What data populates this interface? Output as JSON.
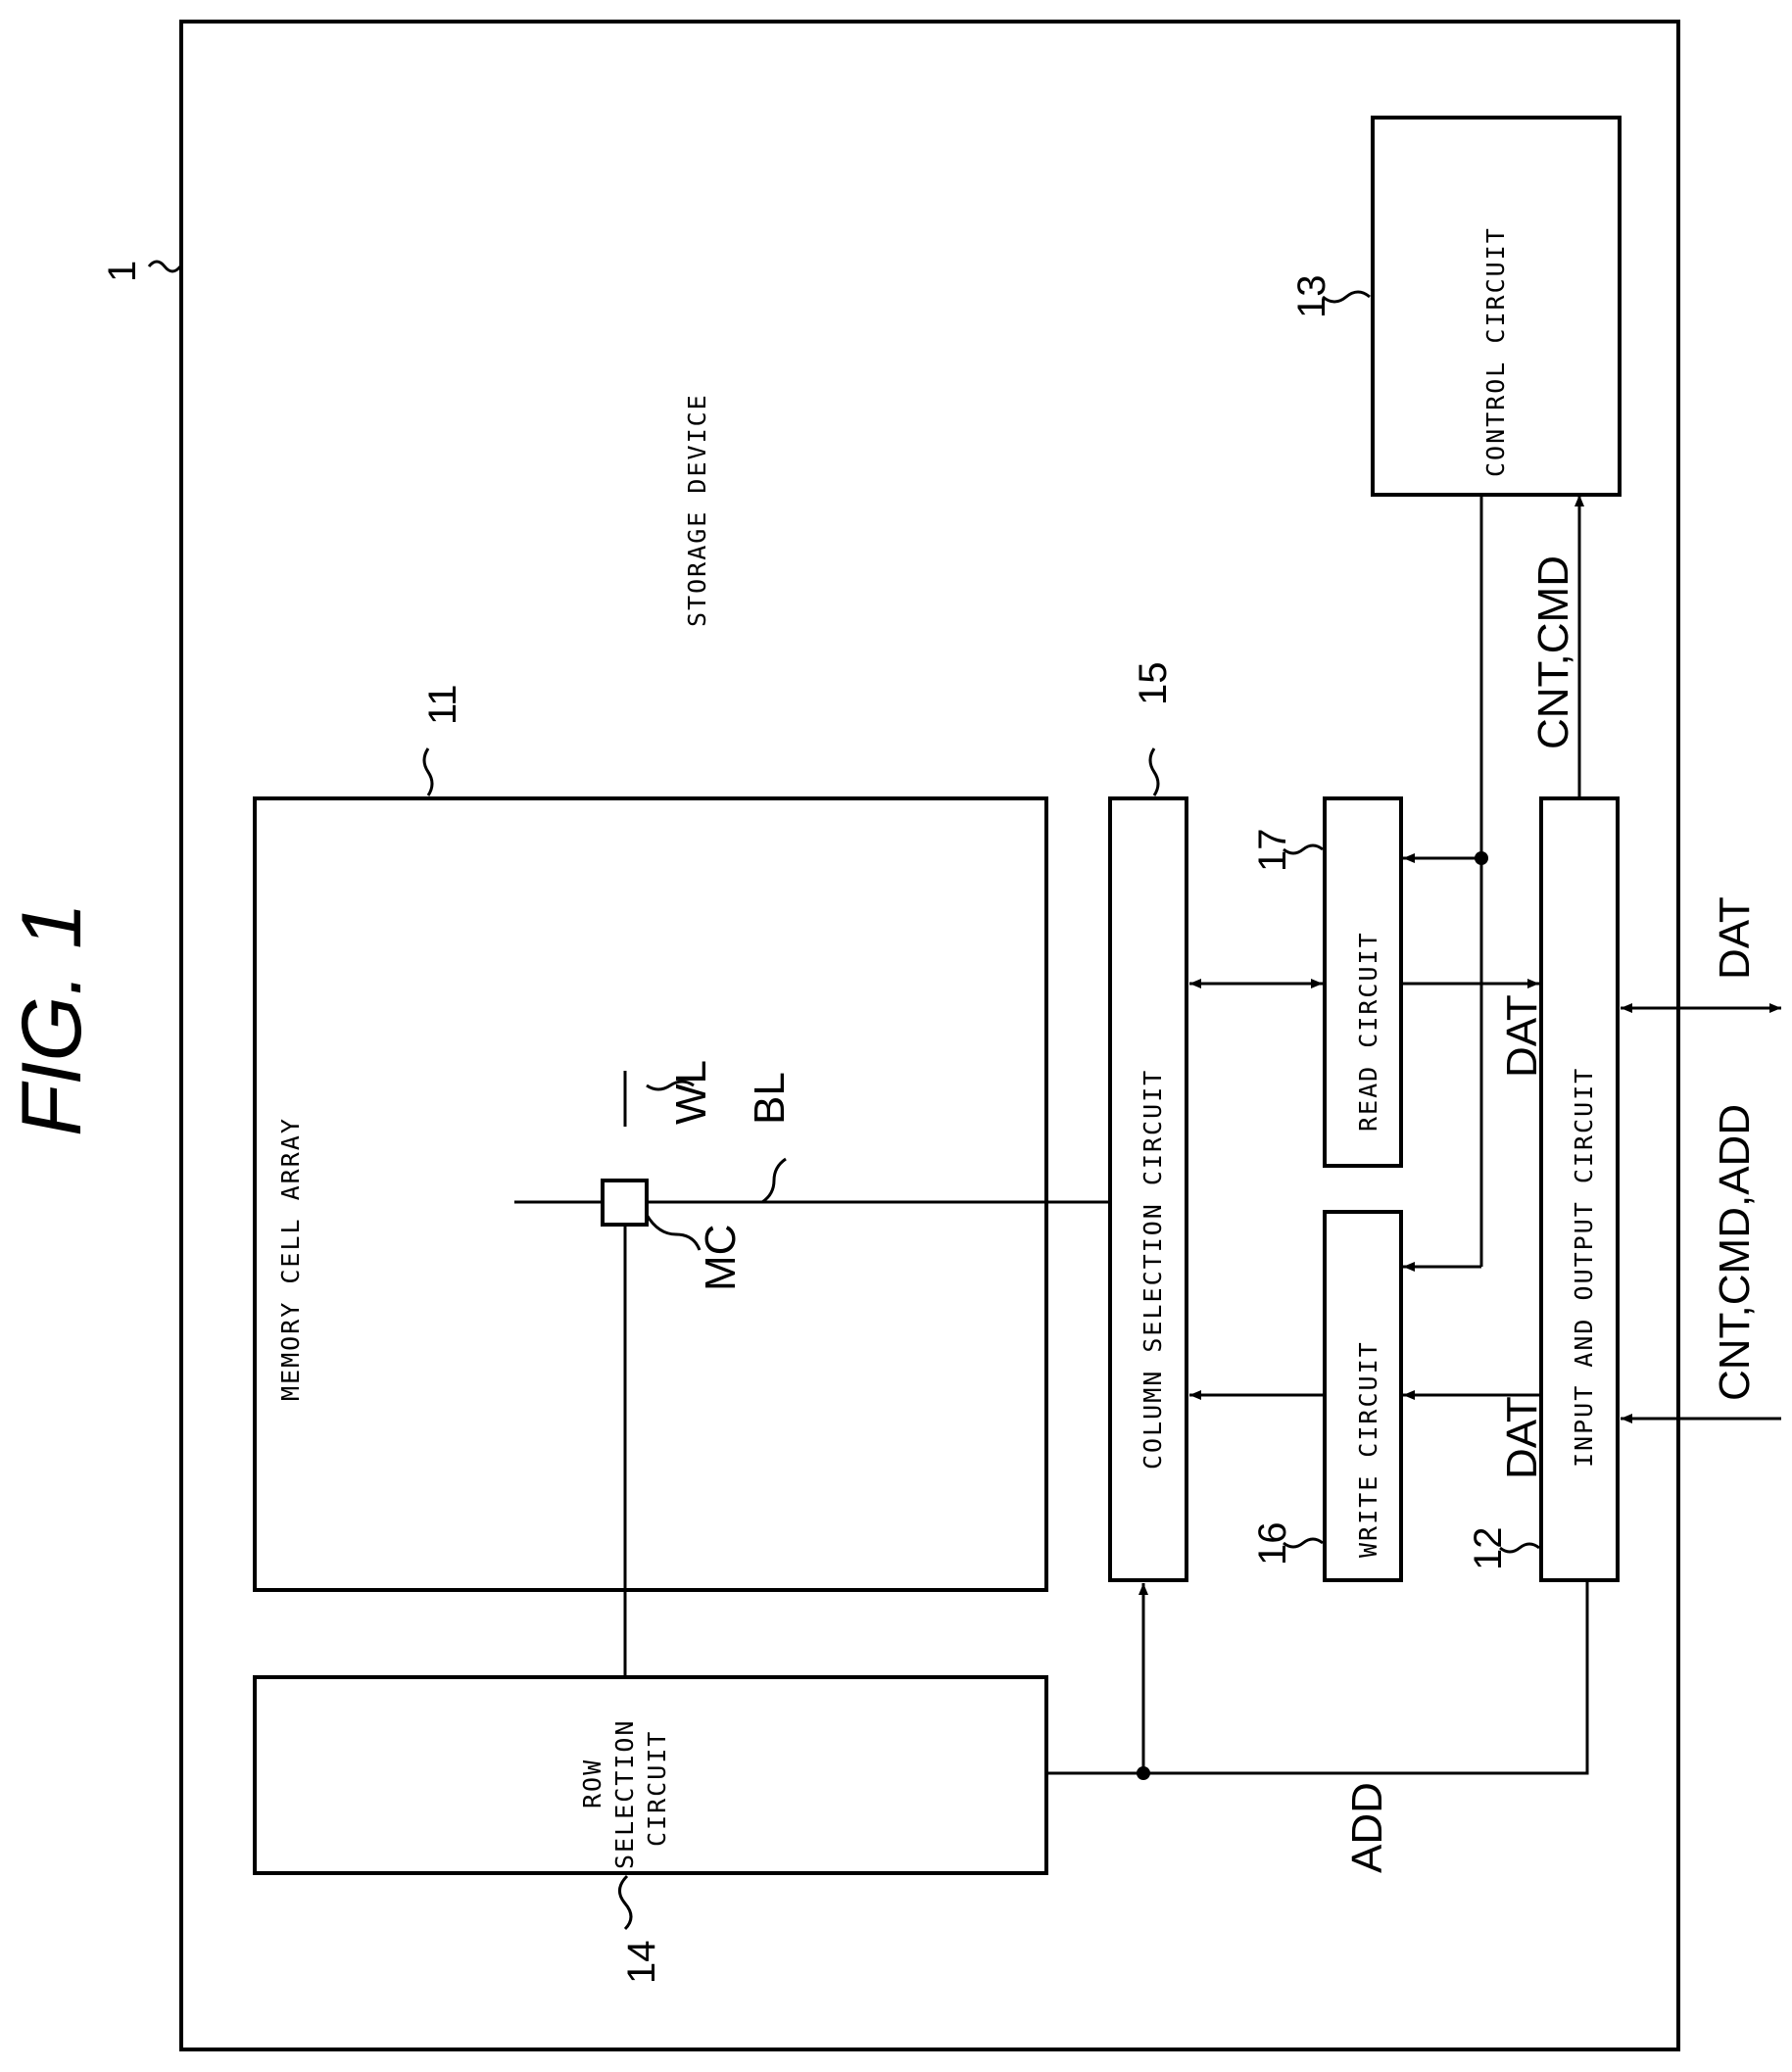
{
  "figure_title": "FIG. 1",
  "device": {
    "ref": "1",
    "label": "STORAGE DEVICE"
  },
  "blocks": {
    "memory_cell_array": {
      "ref": "11",
      "label": "MEMORY CELL ARRAY"
    },
    "io_circuit": {
      "ref": "12",
      "label": "INPUT AND OUTPUT CIRCUIT"
    },
    "control_circuit": {
      "ref": "13",
      "label": "CONTROL CIRCUIT"
    },
    "row_selection_circuit": {
      "ref": "14",
      "label_lines": [
        "ROW",
        "SELECTION",
        "CIRCUIT"
      ]
    },
    "column_selection_circuit": {
      "ref": "15",
      "label": "COLUMN SELECTION CIRCUIT"
    },
    "write_circuit": {
      "ref": "16",
      "label": "WRITE CIRCUIT"
    },
    "read_circuit": {
      "ref": "17",
      "label": "READ CIRCUIT"
    }
  },
  "lines": {
    "word_line": "WL",
    "bit_line": "BL",
    "memory_cell": "MC"
  },
  "signals": {
    "cnt_cmd": "CNT,CMD",
    "dat_read": "DAT",
    "dat_write": "DAT",
    "dat_external": "DAT",
    "cnt_cmd_add": "CNT,CMD,ADD",
    "add": "ADD"
  }
}
